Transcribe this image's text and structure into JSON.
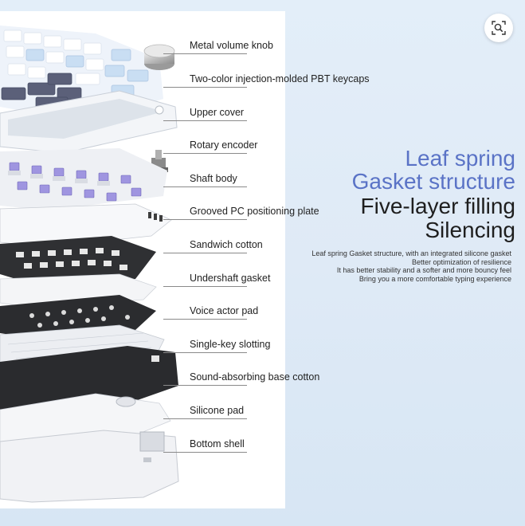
{
  "labels": [
    "Metal volume knob",
    "Two-color injection-molded PBT keycaps",
    "Upper cover",
    "Rotary encoder",
    "Shaft body",
    "Grooved PC positioning plate",
    "Sandwich cotton",
    "Undershaft gasket",
    "Voice actor pad",
    "Single-key slotting",
    "Sound-absorbing base cotton",
    "Silicone pad",
    "Bottom shell"
  ],
  "headline": {
    "line1": "Leaf spring",
    "line2": "Gasket structure",
    "line3": "Five-layer filling",
    "line4": "Silencing"
  },
  "description": [
    "Leaf spring Gasket structure, with an integrated silicone gasket",
    "Better optimization of resilience",
    "It has better stability and a softer and more bouncy feel",
    "Bring you a more comfortable typing experience"
  ],
  "colors": {
    "accent_blue": "#5a73c6",
    "text_dark": "#1e1e1e",
    "switch_purple": "#8f84d9"
  },
  "zoom_button": {
    "icon": "zoom-search-icon"
  }
}
